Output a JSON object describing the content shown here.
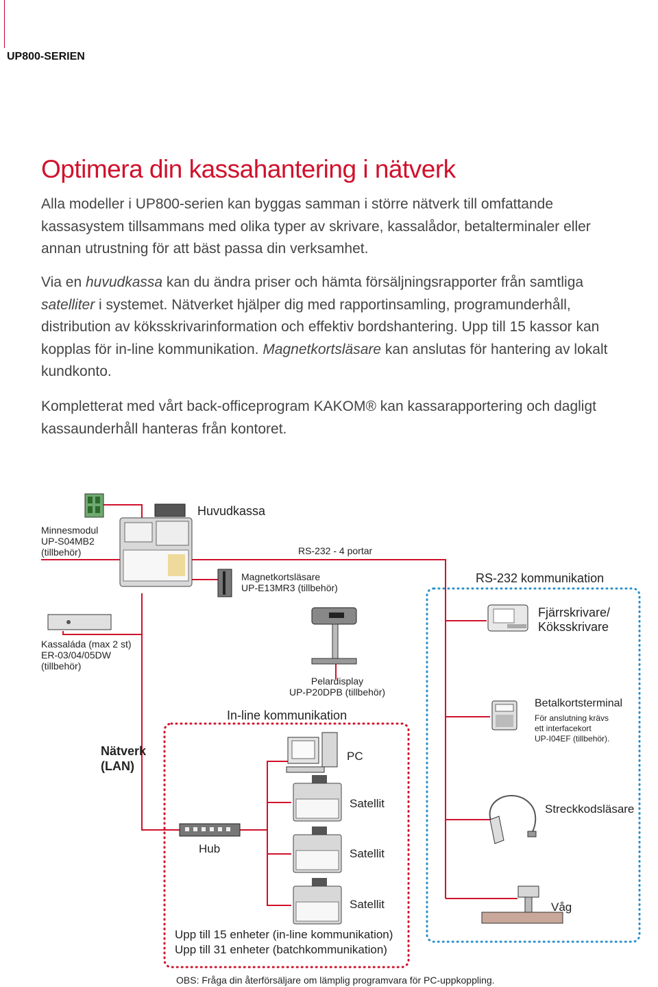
{
  "header": {
    "series": "UP800-SERIEN"
  },
  "headline": "Optimera din kassahantering i nätverk",
  "intro": {
    "p1": "Alla modeller i UP800-serien kan byggas samman i större nätverk till omfattande kassasystem tillsammans med olika typer av skrivare, kassalådor, betalterminaler eller annan utrustning för att bäst passa din verksamhet.",
    "p2_a": "Via en ",
    "p2_b": "huvudkassa",
    "p2_c": " kan du ändra priser och hämta försäljningsrapporter från samtliga ",
    "p2_d": "satelliter",
    "p2_e": " i systemet. Nätverket hjälper dig med rapportinsamling, programunderhåll, distribution av köksskrivarinformation och effektiv bordshantering. Upp till 15 kassor kan kopplas för in-line kommunikation. ",
    "p2_f": "Magnetkortsläsare",
    "p2_g": " kan anslutas för hantering av lokalt kundkonto.",
    "p3": "Kompletterat med vårt back-officeprogram KAKOM® kan kassarapportering och dagligt kassaunderhåll hanteras från kontoret."
  },
  "diagram": {
    "huvudkassa": "Huvudkassa",
    "minnesmodul": [
      "Minnesmodul",
      "UP-S04MB2",
      "(tillbehör)"
    ],
    "rs232_ports": "RS-232 - 4 portar",
    "magnet": [
      "Magnetkortsläsare",
      "UP-E13MR3 (tillbehör)"
    ],
    "rs232_comm": "RS-232 kommunikation",
    "printer": [
      "Fjärrskrivare/",
      "Köksskrivare"
    ],
    "kassalada": [
      "Kassaláda (max 2 st)",
      "ER-03/04/05DW",
      "(tillbehör)"
    ],
    "pelardisplay": [
      "Pelardisplay",
      "UP-P20DPB (tillbehör)"
    ],
    "inline": "In-line kommunikation",
    "betal_title": "Betalkortsterminal",
    "betal_note": [
      "För anslutning krävs",
      "ett interfacekort",
      "UP-I04EF (tillbehör)."
    ],
    "network": [
      "Nätverk",
      "(LAN)"
    ],
    "pc": "PC",
    "satellites": [
      "Satellit",
      "Satellit",
      "Satellit"
    ],
    "scanner": "Streckkodsläsare",
    "hub": "Hub",
    "scale": "Våg",
    "units": [
      "Upp till 15 enheter (in-line kommunikation)",
      "Upp till 31 enheter (batchkommunikation)"
    ],
    "obs": "OBS: Fråga din återförsäljare om lämplig programvara för PC-uppkoppling."
  },
  "colors": {
    "accent": "#d0112b",
    "dotted": "#d0112b",
    "line": "#d0112b"
  }
}
